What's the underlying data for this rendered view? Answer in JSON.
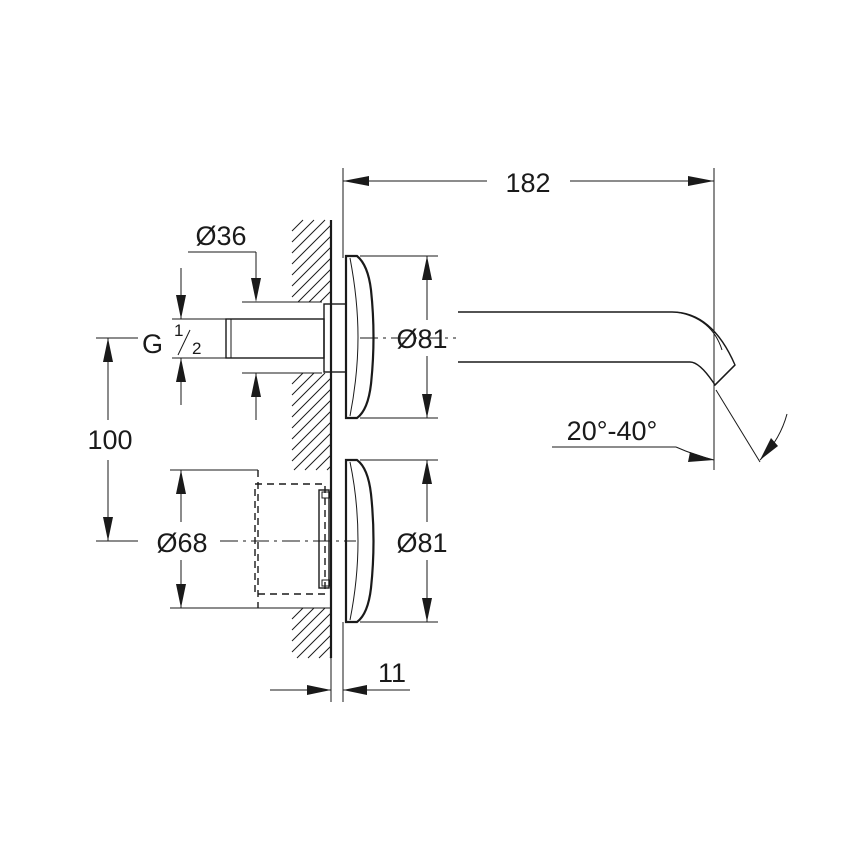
{
  "dimensions": {
    "overall_length": "182",
    "pipe_diameter": "Ø36",
    "thread_letter": "G",
    "thread_numerator": "1",
    "thread_denominator": "2",
    "rosette_upper_diameter": "Ø81",
    "rosette_lower_diameter": "Ø81",
    "center_distance": "100",
    "body_diameter": "Ø68",
    "wall_offset": "11",
    "spout_angle": "20°-40°"
  },
  "colors": {
    "line": "#1a1a1a",
    "background": "#ffffff"
  }
}
